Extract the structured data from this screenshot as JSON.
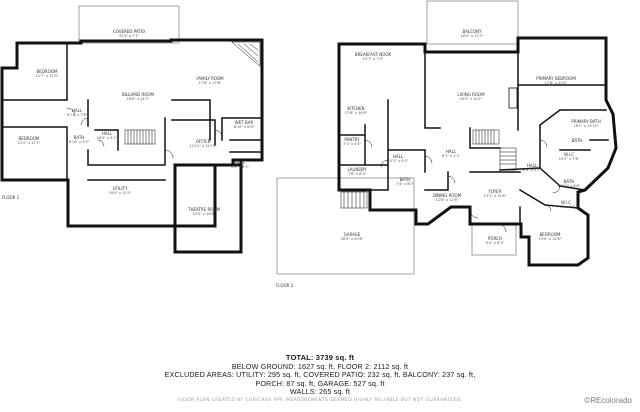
{
  "floor1": {
    "label": "FLOOR 1",
    "rooms": [
      {
        "name": "COVERED PATIO",
        "dim": "32'4\" x 7'1\""
      },
      {
        "name": "BEDROOM",
        "dim": "12'7\" x 12'3\""
      },
      {
        "name": "BILLIARD ROOM",
        "dim": "16'6\" x 14'2\""
      },
      {
        "name": "FAMILY ROOM",
        "dim": "17'8\" x 17'8\""
      },
      {
        "name": "HALL",
        "dim": "6'11\" x 7'6\""
      },
      {
        "name": "WET BAR",
        "dim": "8'10\" x 8'0\""
      },
      {
        "name": "BEDROOM",
        "dim": "12'2\" x 11'1\""
      },
      {
        "name": "BATH",
        "dim": "8'10\" x 5'0\""
      },
      {
        "name": "HALL",
        "dim": "16'4\" x 4'1\""
      },
      {
        "name": "OFFICE",
        "dim": "12'11\" x 12'11\""
      },
      {
        "name": "HALL",
        "dim": "4'0\" x 8'3\""
      },
      {
        "name": "UTILITY",
        "dim": "24'0\" x 10'3\""
      },
      {
        "name": "THEATRE ROOM",
        "dim": "12'0\" x 18'8\""
      }
    ]
  },
  "floor2": {
    "label": "FLOOR 2",
    "rooms": [
      {
        "name": "BALCONY",
        "dim": "18'4\" x 12'3\""
      },
      {
        "name": "BREAKFAST NOOK",
        "dim": "12'7\" x 7'0\""
      },
      {
        "name": "PRIMARY BEDROOM",
        "dim": "17'8\" x 20'4\""
      },
      {
        "name": "KITCHEN",
        "dim": "17'8\" x 16'8\""
      },
      {
        "name": "LIVING ROOM",
        "dim": "20'0\" x 14'2\""
      },
      {
        "name": "PRIMARY BATH",
        "dim": "18'1\" x 13'10\""
      },
      {
        "name": "PANTRY",
        "dim": "3'1\" x 4'4\""
      },
      {
        "name": "BATH",
        "dim": ""
      },
      {
        "name": "HALL",
        "dim": "13'2\" x 8'1\""
      },
      {
        "name": "HALL",
        "dim": "8'1\" x 1'1\""
      },
      {
        "name": "W.I.C",
        "dim": "15'2\" x 7'6\""
      },
      {
        "name": "LAUNDRY",
        "dim": "7'6\" x 8'3\""
      },
      {
        "name": "BATH",
        "dim": "7'4\" x 8'0\""
      },
      {
        "name": "HALL",
        "dim": "8'8\" x 8'1\""
      },
      {
        "name": "BATH",
        "dim": "10'10\" x 8'8\""
      },
      {
        "name": "FOYER",
        "dim": "13'1\" x 14'8\""
      },
      {
        "name": "DINING ROOM",
        "dim": "11'8\" x 12'8\""
      },
      {
        "name": "W.I.C",
        "dim": "7'4\" x 4'4\""
      },
      {
        "name": "GARAGE",
        "dim": "28'4\" x 20'8\""
      },
      {
        "name": "PORCH",
        "dim": "9'4\" x 8'3\""
      },
      {
        "name": "BEDROOM",
        "dim": "13'0\" x 14'8\""
      }
    ]
  },
  "summary": {
    "total": "TOTAL: 3739 sq. ft",
    "line1": "BELOW GROUND: 1627 sq. ft, FLOOR 2: 2112 sq. ft",
    "line2": "EXCLUDED AREAS: UTILITY: 295 sq. ft, COVERED PATIO: 232 sq. ft, BALCONY: 237 sq. ft,",
    "line3": "PORCH: 87 sq. ft, GARAGE: 527 sq. ft",
    "line4": "WALLS: 265 sq. ft"
  },
  "disclaimer": "FLOOR PLAN CREATED BY CUBICASA APP. MEASUREMENTS DEEMED HIGHLY RELIABLE BUT NOT GUARANTEED.",
  "watermark": "©REcolorado"
}
